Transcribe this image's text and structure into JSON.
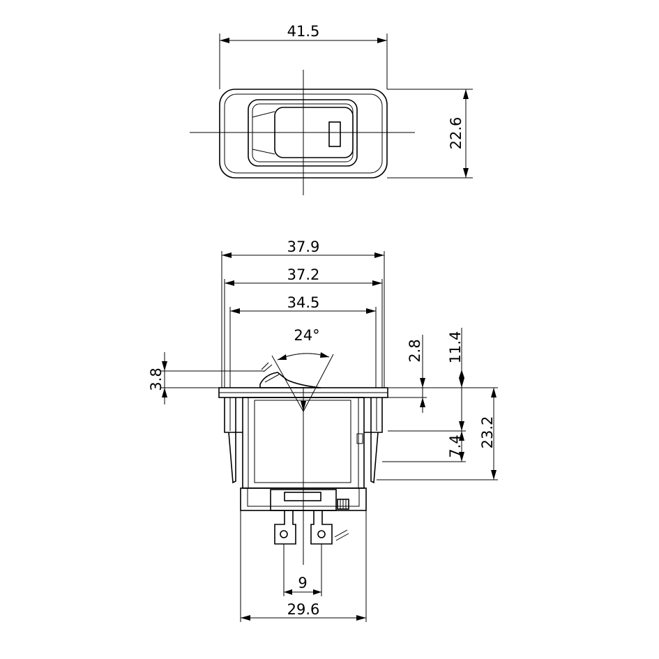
{
  "top_view": {
    "dimensions": {
      "width": "41.5",
      "height": "22.6"
    }
  },
  "side_view": {
    "dimensions": {
      "bezel_width": "37.9",
      "body_width": "37.2",
      "inner_width": "34.5",
      "rocker_angle": "24°",
      "rocker_height": "3.8",
      "bezel_thickness": "2.8",
      "overall_top": "11.4",
      "depth": "23.2",
      "clip_height": "7.4",
      "terminal_pitch": "9",
      "base_width": "29.6"
    }
  }
}
